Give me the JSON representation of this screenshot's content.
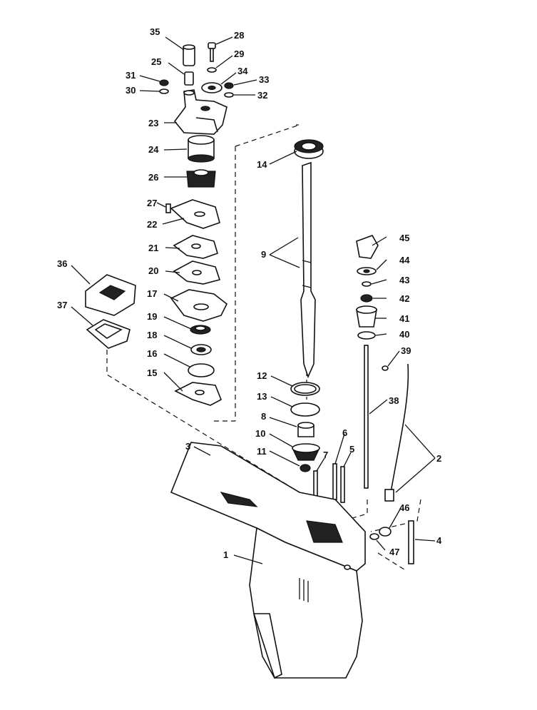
{
  "callouts": [
    "1",
    "2",
    "3",
    "4",
    "5",
    "6",
    "7",
    "8",
    "9",
    "10",
    "11",
    "12",
    "13",
    "14",
    "15",
    "16",
    "17",
    "18",
    "19",
    "20",
    "21",
    "22",
    "23",
    "24",
    "25",
    "26",
    "27",
    "28",
    "29",
    "30",
    "31",
    "32",
    "33",
    "34",
    "35",
    "36",
    "37",
    "38",
    "39",
    "40",
    "41",
    "42",
    "43",
    "44",
    "45",
    "46",
    "47"
  ]
}
